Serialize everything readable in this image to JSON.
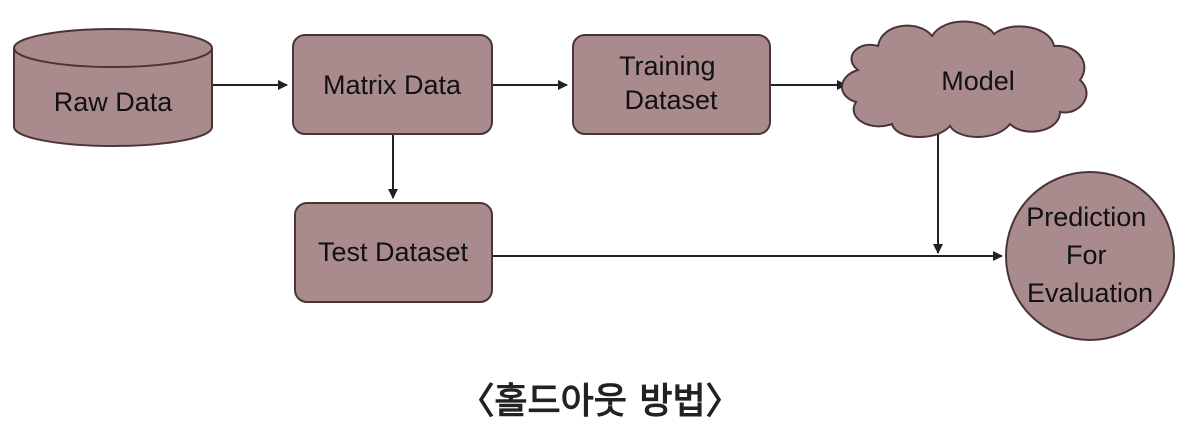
{
  "nodes": {
    "raw_data": "Raw Data",
    "matrix_data": "Matrix Data",
    "training_dataset": [
      "Training",
      "Dataset"
    ],
    "model": "Model",
    "test_dataset": "Test Dataset",
    "prediction": [
      "Prediction",
      "For",
      "Evaluation"
    ]
  },
  "caption": "〈홀드아웃 방법〉",
  "colors": {
    "node_fill": "#a98b8d",
    "node_stroke": "#4a3437",
    "edge": "#222222"
  }
}
